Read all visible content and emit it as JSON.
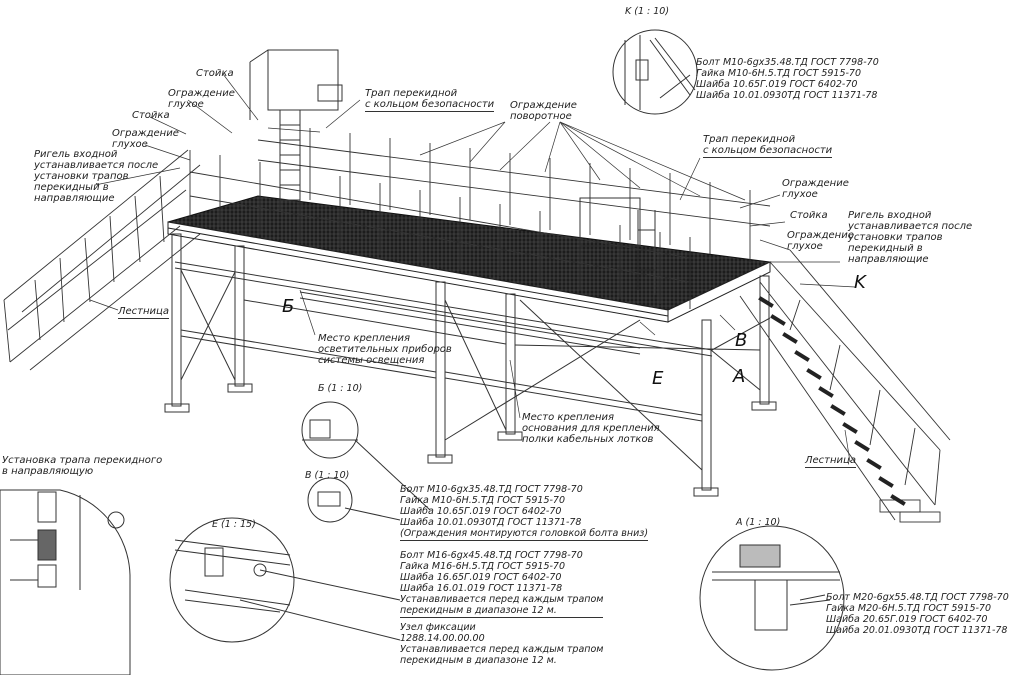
{
  "callouts": {
    "stoyka_top": "Стойка",
    "ograzhdenie_glukhoe_1": [
      "Ограждение",
      "глухое"
    ],
    "stoyka_left": "Стойка",
    "ograzhdenie_glukhoe_2": [
      "Ограждение",
      "глухое"
    ],
    "rigel_left": [
      "Ригель входной",
      "устанавливается после",
      "установки трапов",
      "перекидный в",
      "направляющие"
    ],
    "trap_top": [
      "Трап перекидной",
      "с кольцом безопасности"
    ],
    "ograzhdenie_povorotnoe": [
      "Ограждение",
      "поворотное"
    ],
    "trap_right": [
      "Трап перекидной",
      "с кольцом безопасности"
    ],
    "ograzhdenie_glukhoe_r1": [
      "Ограждение",
      "глухое"
    ],
    "stoyka_right": "Стойка",
    "ograzhdenie_glukhoe_r2": [
      "Ограждение",
      "глухое"
    ],
    "rigel_right": [
      "Ригель входной",
      "устанавливается после",
      "установки трапов",
      "перекидный в",
      "направляющие"
    ],
    "lestnitsa_left": "Лестница",
    "lestnitsa_right": "Лестница",
    "mesto_osv": [
      "Место крепления",
      "осветительных приборов",
      "системы освещения"
    ],
    "mesto_kab": [
      "Место крепления",
      "основания для крепления",
      "полки кабельных лотков"
    ],
    "ustanovka_trapa": [
      "Установка трапа перекидного",
      "в направляющую"
    ]
  },
  "letters": {
    "K": "K",
    "B_cyr": "Б",
    "V": "В",
    "A": "А",
    "E": "Е"
  },
  "detail_titles": {
    "K": "K (1 : 10)",
    "B": "Б (1 : 10)",
    "V": "В (1 : 10)",
    "E": "Е (1 : 15)",
    "A": "А (1 : 10)"
  },
  "specs": {
    "K": [
      "Болт М10-6gх35.48.ТД ГОСТ 7798-70",
      "Гайка М10-6Н.5.ТД ГОСТ 5915-70",
      "Шайба 10.65Г.019 ГОСТ 6402-70",
      "Шайба 10.01.0930ТД ГОСТ 11371-78"
    ],
    "BV": [
      "Болт М10-6gх35.48.ТД ГОСТ 7798-70",
      "Гайка М10-6Н.5.ТД ГОСТ 5915-70",
      "Шайба 10.65Г.019 ГОСТ 6402-70",
      "Шайба 10.01.0930ТД ГОСТ 11371-78",
      "(Ограждения монтируются головкой болта вниз)"
    ],
    "E": [
      "Болт М16-6gх45.48.ТД ГОСТ 7798-70",
      "Гайка М16-6Н.5.ТД ГОСТ 5915-70",
      "Шайба 16.65Г.019 ГОСТ 6402-70",
      "Шайба 16.01.019 ГОСТ 11371-78",
      "Устанавливается перед каждым трапом",
      "перекидным в диапазоне 12 м."
    ],
    "uzel": [
      "Узел фиксации",
      "1288.14.00.00.00",
      "Устанавливается перед каждым трапом",
      "перекидным в диапазоне 12 м."
    ],
    "A": [
      "Болт М20-6gх55.48.ТД ГОСТ 7798-70",
      "Гайка М20-6Н.5.ТД ГОСТ 5915-70",
      "Шайба 20.65Г.019 ГОСТ 6402-70",
      "Шайба 20.01.0930ТД ГОСТ 11371-78"
    ]
  }
}
